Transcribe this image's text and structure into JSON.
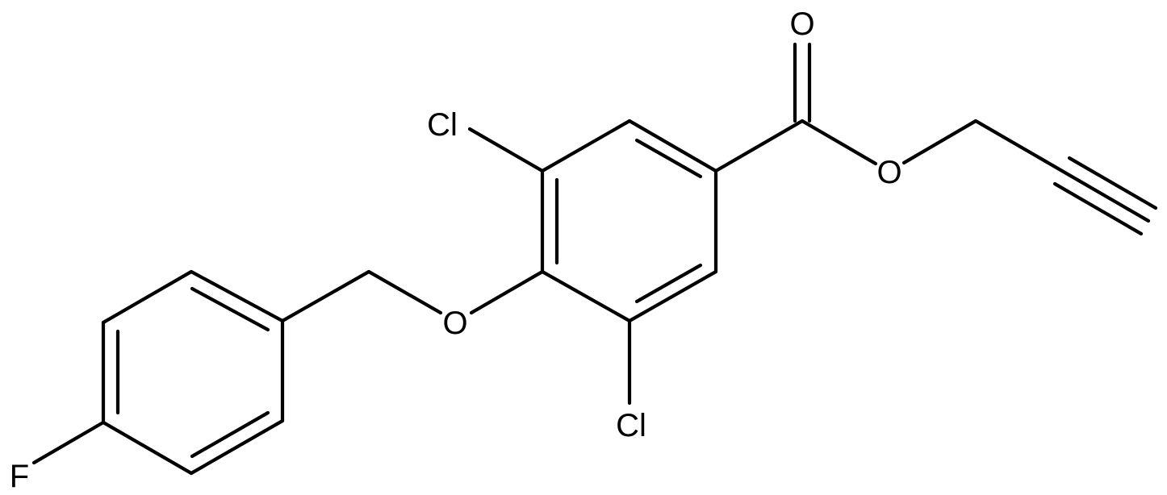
{
  "colors": {
    "background": "#ffffff",
    "bond": "#000000",
    "label": "#000000"
  },
  "atoms": {
    "carbonyl_o": "O",
    "ester_o": "O",
    "ether_o": "O",
    "cl_top": "Cl",
    "cl_bottom": "Cl",
    "fluorine": "F"
  }
}
